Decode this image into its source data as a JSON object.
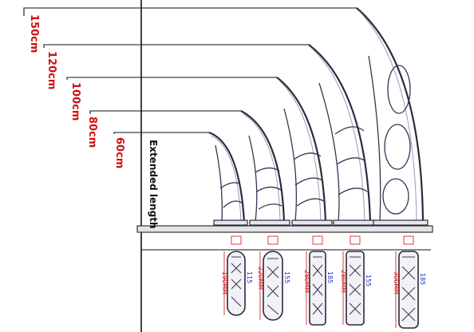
{
  "extended_length_label": "Extended length",
  "sizes": [
    "60cm",
    "80cm",
    "100cm",
    "120cm",
    "150cm"
  ],
  "bracket_heights": [
    "190MM",
    "220MM",
    "280MM",
    "280MM",
    "300MM"
  ],
  "bracket_widths": [
    "115",
    "155",
    "185",
    "155",
    "185"
  ],
  "colors": {
    "size_label": "#cc1111",
    "outline": "#2b2b3d",
    "dimension_red": "#cc1111",
    "dimension_blue": "#2233cc"
  }
}
